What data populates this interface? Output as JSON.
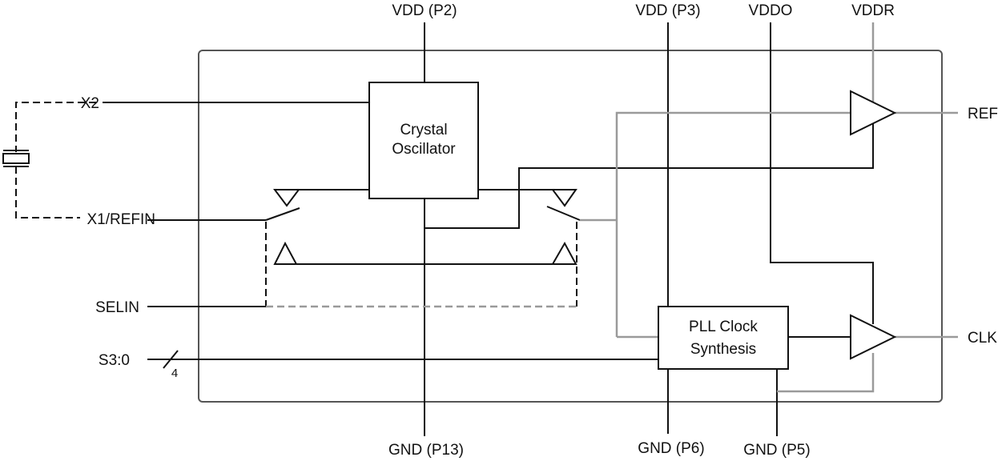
{
  "pins": {
    "vdd_p2": "VDD (P2)",
    "vdd_p3": "VDD (P3)",
    "vddo": "VDDO",
    "vddr": "VDDR",
    "x2": "X2",
    "x1_refin": "X1/REFIN",
    "selin": "SELIN",
    "s3_0": "S3:0",
    "bus_width": "4",
    "ref": "REF",
    "clk": "CLK",
    "gnd_p13": "GND (P13)",
    "gnd_p6": "GND (P6)",
    "gnd_p5": "GND (P5)"
  },
  "blocks": {
    "crystal_line1": "Crystal",
    "crystal_line2": "Oscillator",
    "pll_line1": "PLL Clock",
    "pll_line2": "Synthesis"
  },
  "colors": {
    "line": "#111111",
    "gray_signal": "#9a9a9a"
  }
}
